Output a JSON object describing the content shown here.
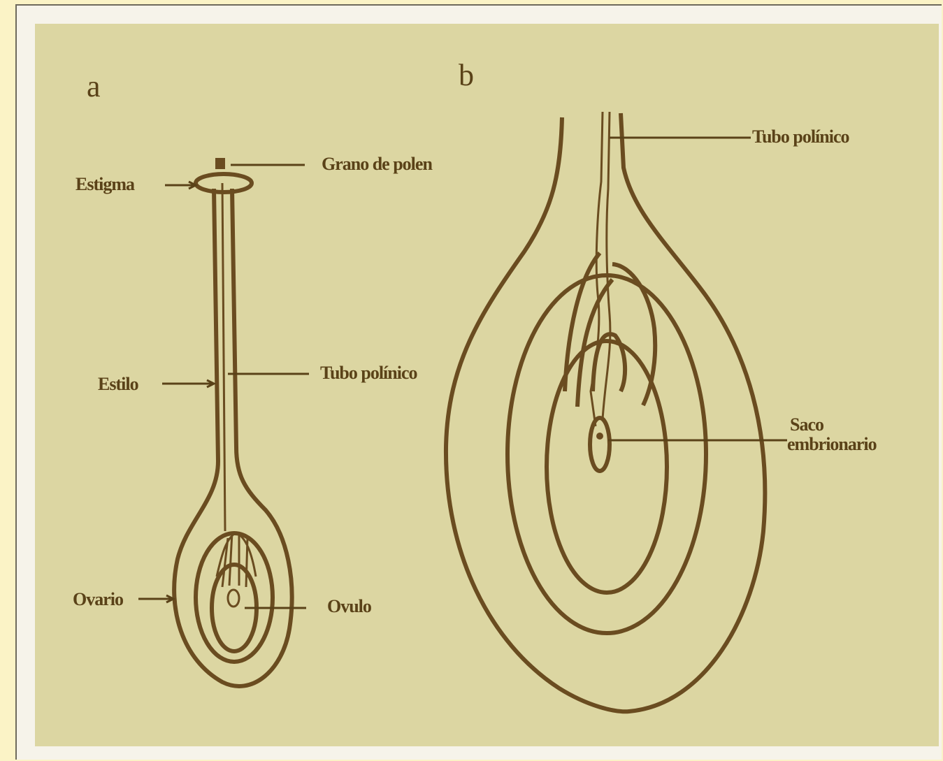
{
  "panels": {
    "a": {
      "letter": "a",
      "labels": {
        "grano_de_polen": "Grano de polen",
        "estigma": "Estigma",
        "estilo": "Estilo",
        "tubo_polinico": "Tubo polínico",
        "ovario": "Ovario",
        "ovulo": "Ovulo"
      }
    },
    "b": {
      "letter": "b",
      "labels": {
        "tubo_polinico": "Tubo polínico",
        "saco_line1": "Saco",
        "saco_line2": "embrionario"
      }
    }
  },
  "colors": {
    "panel_background": "#dcd6a2",
    "outline": "#6a4c20",
    "text": "#5a4218"
  }
}
